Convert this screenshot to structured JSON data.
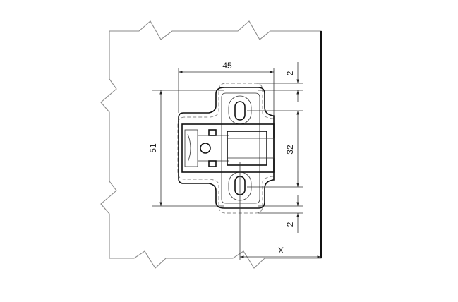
{
  "dimensions": {
    "width_mm": "45",
    "height_mm": "51",
    "slot_spacing_mm": "32",
    "top_offset_mm": "2",
    "bottom_offset_mm": "2",
    "distance_label": "X"
  }
}
